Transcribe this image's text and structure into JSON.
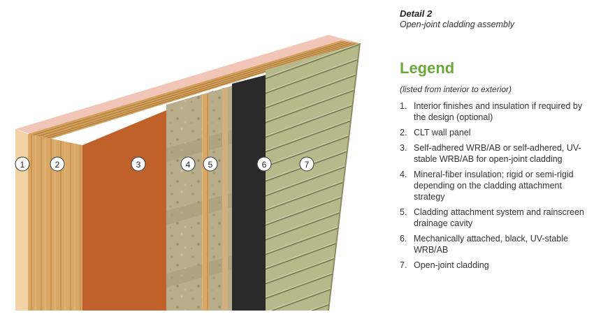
{
  "header": {
    "title": "Detail 2",
    "subtitle": "Open-joint cladding assembly"
  },
  "legend": {
    "title": "Legend",
    "note": "(listed from interior to exterior)",
    "items": [
      {
        "num": "1.",
        "text": "Interior finishes and insulation if required by the design (optional)"
      },
      {
        "num": "2.",
        "text": "CLT wall panel"
      },
      {
        "num": "3.",
        "text": "Self-adhered WRB/AB or self-adhered, UV-stable WRB/AB for open-joint cladding"
      },
      {
        "num": "4.",
        "text": "Mineral-fiber insulation; rigid or semi-rigid depending on the cladding attachment strategy"
      },
      {
        "num": "5.",
        "text": "Cladding attachment system and rainscreen drainage cavity"
      },
      {
        "num": "6.",
        "text": "Mechanically attached, black, UV-stable WRB/AB"
      },
      {
        "num": "7.",
        "text": "Open-joint cladding"
      }
    ]
  },
  "callouts": [
    "1",
    "2",
    "3",
    "4",
    "5",
    "6",
    "7"
  ],
  "colors": {
    "accent": "#6aa83a",
    "wood": "#d9a766",
    "membrane_orange": "#c0602a",
    "insulation": "#b9ae8c",
    "black_wrb": "#2a2a2a",
    "cladding": "#b7b98a"
  }
}
